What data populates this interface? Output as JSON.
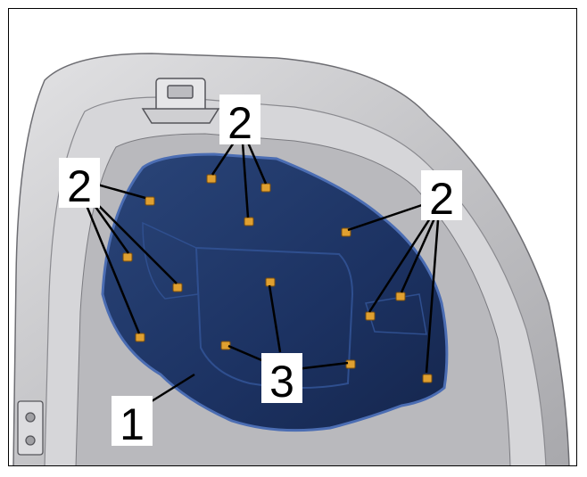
{
  "callouts": [
    {
      "id": "c1",
      "label": "1"
    },
    {
      "id": "c2a",
      "label": "2"
    },
    {
      "id": "c2b",
      "label": "2"
    },
    {
      "id": "c2c",
      "label": "2"
    },
    {
      "id": "c3",
      "label": "3"
    }
  ],
  "colors": {
    "hood": "#c9c9cb",
    "hood_dark": "#9e9ea2",
    "insulation": "#1f3768",
    "insulation_edge": "#3b5fa6",
    "clip": "#e0a030"
  }
}
